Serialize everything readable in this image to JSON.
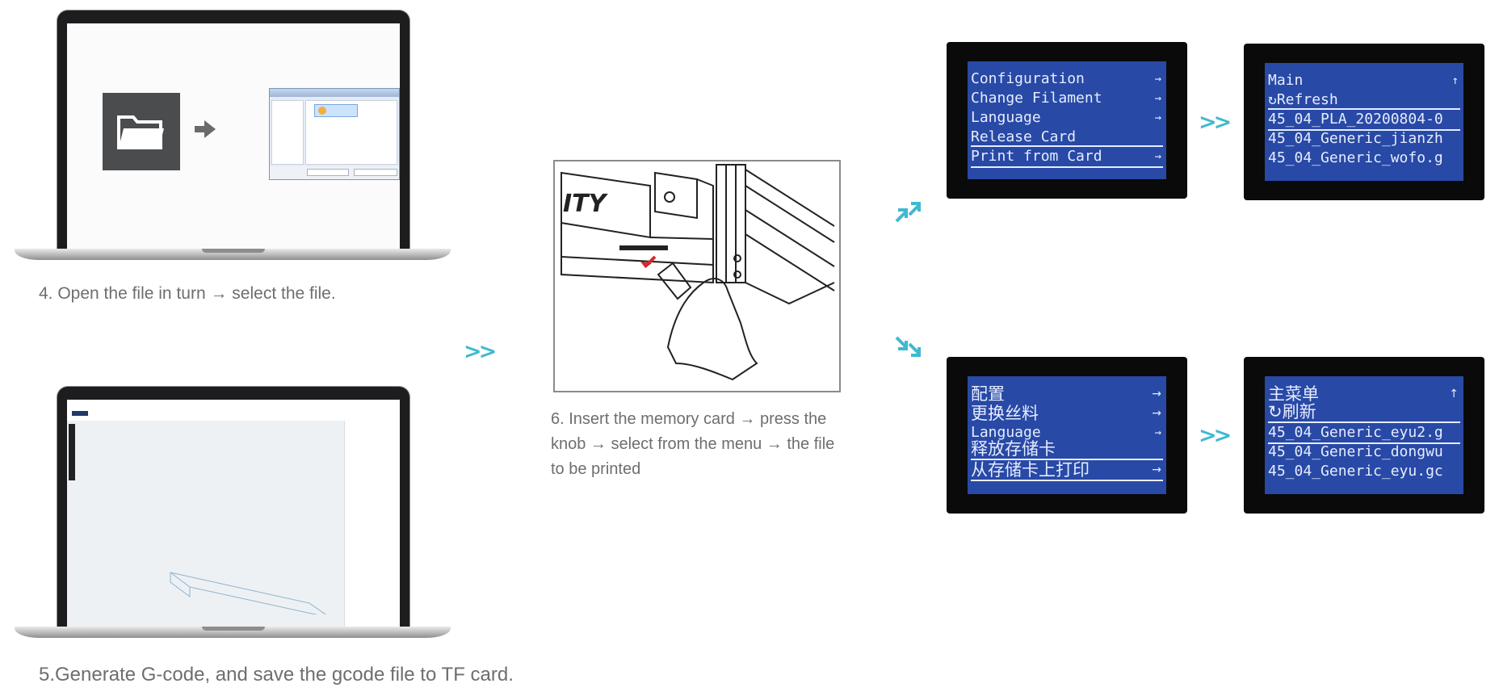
{
  "steps": {
    "step4": "4. Open the file in turn → select the file.",
    "step5": "5.Generate G-code, and save the gcode file to TF card.",
    "step6": "6. Insert the memory card → press the knob → select from the menu → the file to be printed"
  },
  "chevron": ">>",
  "printer_brand_partial": "ITY",
  "lcd_english_menu": {
    "items": [
      {
        "label": "Configuration",
        "arrow": "→"
      },
      {
        "label": "Change Filament",
        "arrow": "→"
      },
      {
        "label": "Language",
        "arrow": "→"
      },
      {
        "label": "Release Card",
        "arrow": ""
      },
      {
        "label": "Print from Card",
        "arrow": "→"
      }
    ]
  },
  "lcd_english_files": {
    "header": "Main",
    "up_icon": "↑",
    "refresh": "Refresh",
    "files": [
      "45_04_PLA_20200804-0",
      "45_04_Generic_jianzh",
      "45_04_Generic_wofo.g"
    ]
  },
  "lcd_chinese_menu": {
    "items": [
      {
        "label": "配置",
        "arrow": "→"
      },
      {
        "label": "更换丝料",
        "arrow": "→"
      },
      {
        "label": "Language",
        "arrow": "→"
      },
      {
        "label": "释放存储卡",
        "arrow": ""
      },
      {
        "label": "从存储卡上打印",
        "arrow": "→"
      }
    ]
  },
  "lcd_chinese_files": {
    "header": "主菜单",
    "up_icon": "↑",
    "refresh": "刷新",
    "files": [
      "45_04_Generic_eyu2.g",
      "45_04_Generic_dongwu",
      "45_04_Generic_eyu.gc"
    ]
  },
  "colors": {
    "lcd_blue": "#2849a5",
    "chevron_cyan": "#3fb9cf",
    "caption_gray": "#6d6e70"
  }
}
